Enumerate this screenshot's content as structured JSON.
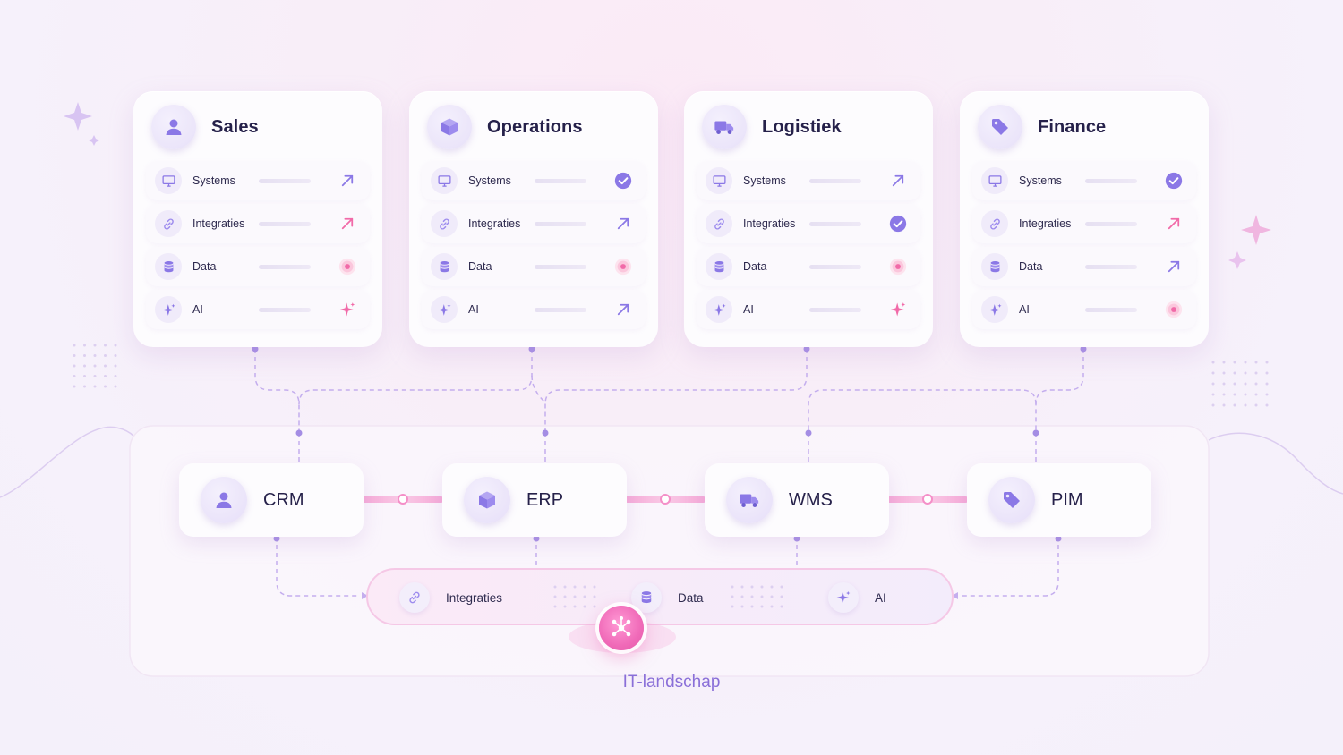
{
  "colors": {
    "accent": "#8b78e6",
    "pink": "#f16aa8",
    "connector": "#c0a8ec",
    "ink": "#26214a"
  },
  "departments": [
    {
      "title": "Sales",
      "icon": "user-icon",
      "rows": [
        {
          "label": "Systems",
          "icon": "monitor-icon",
          "status": "arrow-up-right-icon",
          "status_color": "purple"
        },
        {
          "label": "Integraties",
          "icon": "link-icon",
          "status": "arrow-up-right-icon",
          "status_color": "pink"
        },
        {
          "label": "Data",
          "icon": "database-icon",
          "status": "alert-dot-icon",
          "status_color": "pink"
        },
        {
          "label": "AI",
          "icon": "sparkle-icon",
          "status": "sparkle-icon",
          "status_color": "pink"
        }
      ]
    },
    {
      "title": "Operations",
      "icon": "cube-icon",
      "rows": [
        {
          "label": "Systems",
          "icon": "monitor-icon",
          "status": "check-circle-icon",
          "status_color": "purple"
        },
        {
          "label": "Integraties",
          "icon": "link-icon",
          "status": "arrow-up-right-icon",
          "status_color": "purple"
        },
        {
          "label": "Data",
          "icon": "database-icon",
          "status": "alert-dot-icon",
          "status_color": "pink"
        },
        {
          "label": "AI",
          "icon": "sparkle-icon",
          "status": "arrow-up-right-icon",
          "status_color": "purple"
        }
      ]
    },
    {
      "title": "Logistiek",
      "icon": "truck-icon",
      "rows": [
        {
          "label": "Systems",
          "icon": "monitor-icon",
          "status": "arrow-up-right-icon",
          "status_color": "purple"
        },
        {
          "label": "Integraties",
          "icon": "link-icon",
          "status": "check-circle-icon",
          "status_color": "purple"
        },
        {
          "label": "Data",
          "icon": "database-icon",
          "status": "alert-dot-icon",
          "status_color": "pink"
        },
        {
          "label": "AI",
          "icon": "sparkle-icon",
          "status": "sparkle-icon",
          "status_color": "pink"
        }
      ]
    },
    {
      "title": "Finance",
      "icon": "tag-icon",
      "rows": [
        {
          "label": "Systems",
          "icon": "monitor-icon",
          "status": "check-circle-icon",
          "status_color": "purple"
        },
        {
          "label": "Integraties",
          "icon": "link-icon",
          "status": "arrow-up-right-icon",
          "status_color": "pink"
        },
        {
          "label": "Data",
          "icon": "database-icon",
          "status": "arrow-up-right-icon",
          "status_color": "purple"
        },
        {
          "label": "AI",
          "icon": "sparkle-icon",
          "status": "alert-dot-icon",
          "status_color": "pink"
        }
      ]
    }
  ],
  "systems": [
    {
      "label": "CRM",
      "icon": "user-icon"
    },
    {
      "label": "ERP",
      "icon": "cube-icon"
    },
    {
      "label": "WMS",
      "icon": "truck-icon"
    },
    {
      "label": "PIM",
      "icon": "tag-icon"
    }
  ],
  "capabilities": [
    {
      "label": "Integraties",
      "icon": "link-icon"
    },
    {
      "label": "Data",
      "icon": "database-icon"
    },
    {
      "label": "AI",
      "icon": "sparkle-icon"
    }
  ],
  "hub": {
    "icon": "network-hub-icon"
  },
  "caption": "IT-landschap"
}
